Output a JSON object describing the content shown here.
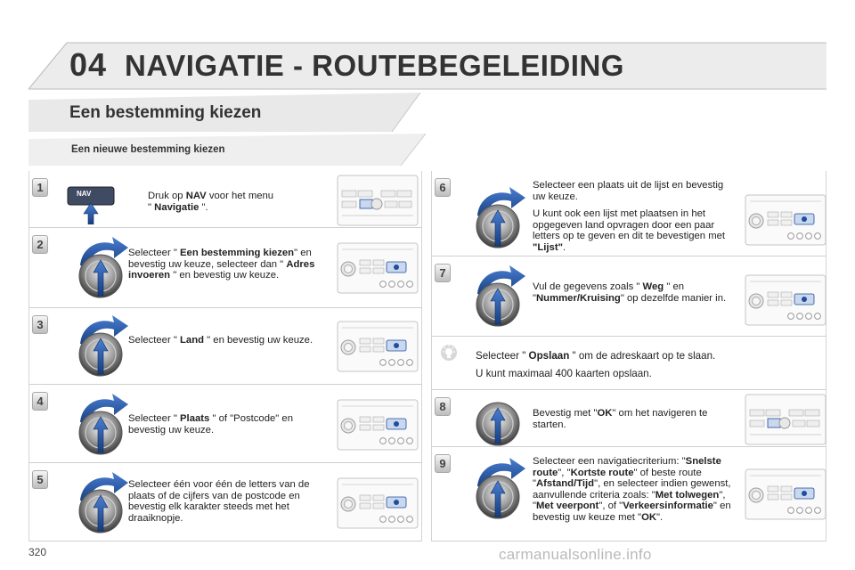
{
  "header": {
    "chapter_number": "04",
    "chapter_title": "NAVIGATIE - ROUTEBEGELEIDING"
  },
  "section_title": "Een bestemming kiezen",
  "subsection_title": "Een nieuwe bestemming kiezen",
  "nav_button_label": "NAV",
  "steps": {
    "s1": {
      "num": "1",
      "t1": "Druk op ",
      "b1": "NAV",
      "t2": " voor het menu",
      "t3": "\" ",
      "b2": "Navigatie",
      "t4": " \"."
    },
    "s2": {
      "num": "2",
      "t1": "Selecteer \" ",
      "b1": "Een bestemming kiezen",
      "t2": "\" en bevestig uw keuze, selecteer dan \" ",
      "b2": "Adres invoeren",
      "t3": " \" en bevestig uw keuze."
    },
    "s3": {
      "num": "3",
      "t1": "Selecteer \" ",
      "b1": "Land",
      "t2": " \" en bevestig uw keuze."
    },
    "s4": {
      "num": "4",
      "t1": "Selecteer \" ",
      "b1": "Plaats",
      "t2": " \" of \"Postcode\" en bevestig uw keuze."
    },
    "s5": {
      "num": "5",
      "t1": "Selecteer één voor één de letters van de plaats of de cijfers van de postcode en bevestig elk karakter steeds met het draaiknopje."
    },
    "s6": {
      "num": "6",
      "p1": "Selecteer een plaats uit de lijst en bevestig uw keuze.",
      "p2a": "U kunt ook een lijst met plaatsen in het opgegeven land opvragen door een paar letters op te geven en dit te bevestigen met ",
      "p2b": "\"Lijst\"",
      "p2c": "."
    },
    "s7": {
      "num": "7",
      "t1": "Vul de gegevens zoals \" ",
      "b1": "Weg",
      "t2": " \" en \"",
      "b2": "Nummer/Kruising",
      "t3": "\" op dezelfde manier in."
    },
    "tip": {
      "t1": "Selecteer \" ",
      "b1": "Opslaan",
      "t2": " \" om de adreskaart op te slaan.",
      "p2": "U kunt maximaal 400 kaarten opslaan."
    },
    "s8": {
      "num": "8",
      "t1": "Bevestig met \"",
      "b1": "OK",
      "t2": "\" om het navigeren te starten."
    },
    "s9": {
      "num": "9",
      "t1": "Selecteer een navigatiecriterium: \"",
      "b1": "Snelste route",
      "t2": "\", \"",
      "b2": "Kortste route",
      "t3": "\" of beste route \"",
      "b3": "Afstand/Tijd",
      "t4": "\", en selecteer indien gewenst, aanvullende criteria zoals: \"",
      "b4": "Met tolwegen",
      "t5": "\", \"",
      "b5": "Met veerpont",
      "t6": "\", of \"",
      "b6": "Verkeersinformatie",
      "t7": "\" en bevestig uw keuze met \"",
      "b7": "OK",
      "t8": "\"."
    }
  },
  "page_number": "320",
  "footer_url": "carmanualsonline.info",
  "colors": {
    "band": "#e6e6e6",
    "arrow_blue": "#1f4e9a",
    "badge_grey": "#bdbdbd"
  },
  "icons": {
    "rotate": "rotate-arrow-icon",
    "knob": "control-knob-icon",
    "tip": "lightbulb-icon",
    "panel": "radio-panel-icon"
  }
}
